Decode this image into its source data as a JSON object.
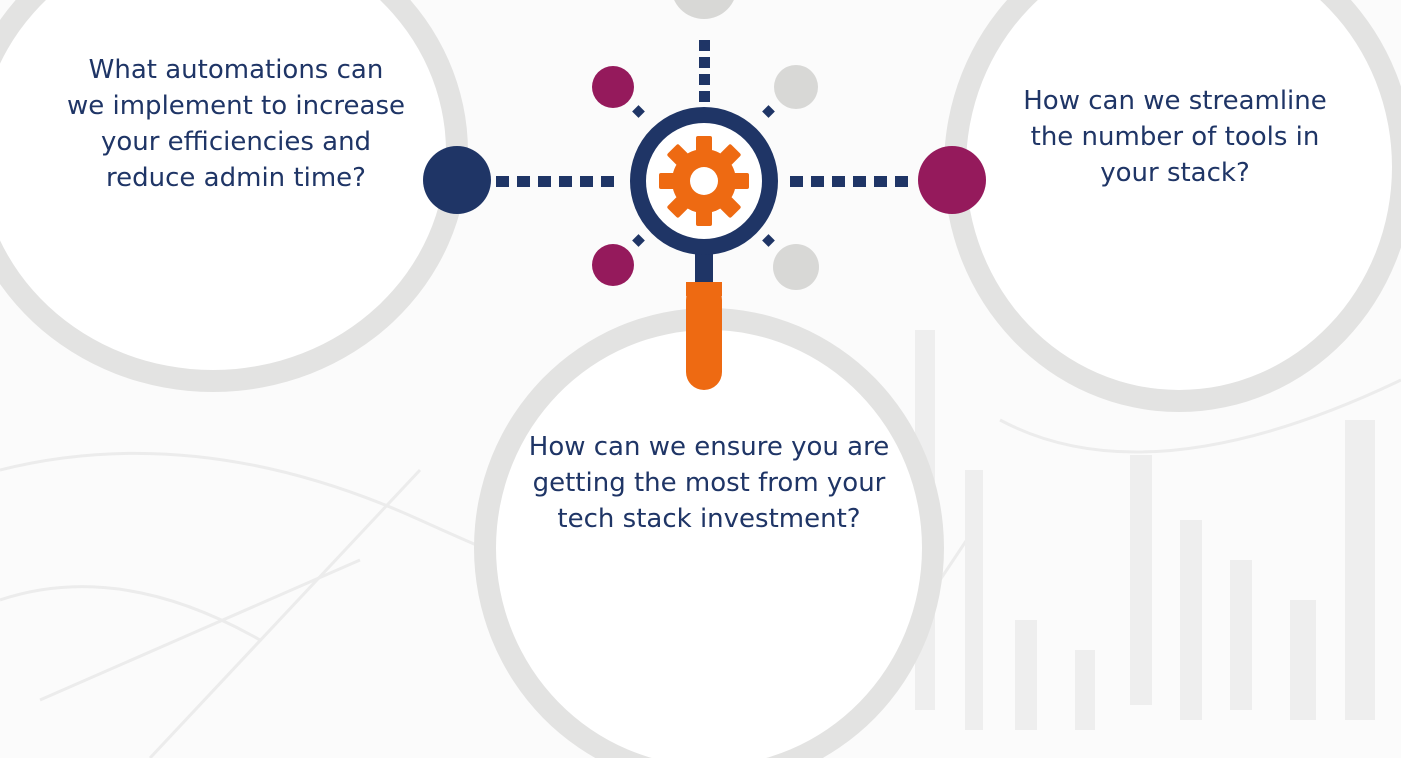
{
  "questions": {
    "automations": "What automations can we implement to increase your efficiencies and reduce admin time?",
    "streamline": "How can we streamline the number of tools in your stack?",
    "investment": "How can we ensure you are getting the most from your tech stack investment?"
  },
  "colors": {
    "navy": "#1f3566",
    "orange": "#ee6a12",
    "plum": "#951a5c",
    "grey": "#d8d8d6",
    "ring": "#e3e3e2"
  },
  "icons": {
    "hub": "magnifying-glass-gear-icon"
  }
}
